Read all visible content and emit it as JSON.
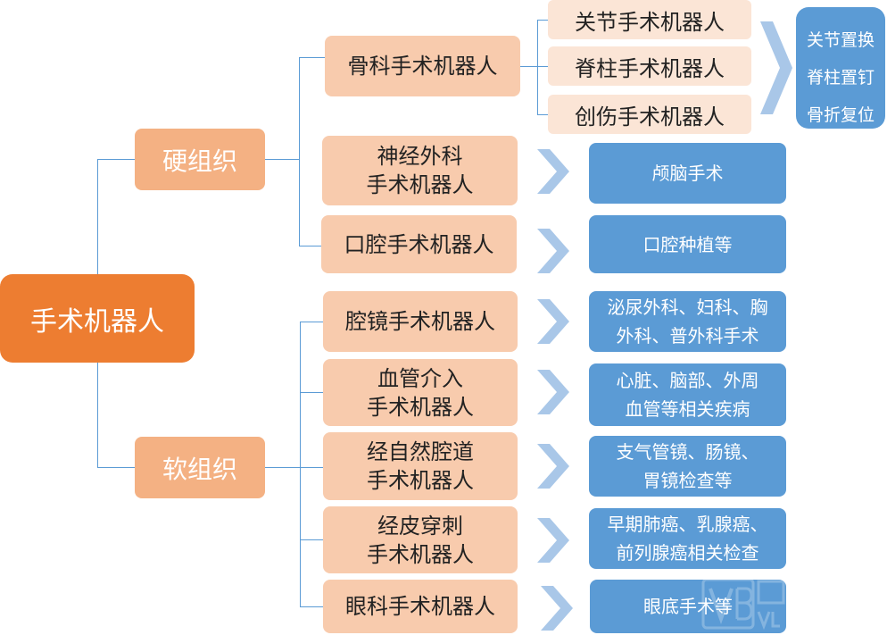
{
  "root": {
    "label": "手术机器人"
  },
  "categories": [
    {
      "label": "硬组织"
    },
    {
      "label": "软组织"
    }
  ],
  "robots": [
    {
      "lines": [
        "骨科手术机器人"
      ]
    },
    {
      "lines": [
        "神经外科",
        "手术机器人"
      ]
    },
    {
      "lines": [
        "口腔手术机器人"
      ]
    },
    {
      "lines": [
        "腔镜手术机器人"
      ]
    },
    {
      "lines": [
        "血管介入",
        "手术机器人"
      ]
    },
    {
      "lines": [
        "经自然腔道",
        "手术机器人"
      ]
    },
    {
      "lines": [
        "经皮穿刺",
        "手术机器人"
      ]
    },
    {
      "lines": [
        "眼科手术机器人"
      ]
    }
  ],
  "ortho_sub": [
    {
      "label": "关节手术机器人"
    },
    {
      "label": "脊柱手术机器人"
    },
    {
      "label": "创伤手术机器人"
    }
  ],
  "ortho_apps": {
    "lines": [
      "关节置换",
      "脊柱置钉",
      "骨折复位"
    ]
  },
  "apps": [
    {
      "lines": [
        "颅脑手术"
      ]
    },
    {
      "lines": [
        "口腔种植等"
      ]
    },
    {
      "lines": [
        "泌尿外科、妇科、胸",
        "外科、普外科手术"
      ]
    },
    {
      "lines": [
        "心脏、脑部、外周",
        "血管等相关疾病"
      ]
    },
    {
      "lines": [
        "支气管镜、肠镜、",
        "胃镜检查等"
      ]
    },
    {
      "lines": [
        "早期肺癌、乳腺癌、",
        "前列腺癌相关检查"
      ]
    },
    {
      "lines": [
        "眼底手术等"
      ]
    }
  ],
  "colors": {
    "root": "#ed7d31",
    "category": "#f4b183",
    "robot": "#f8cbad",
    "sub": "#fbe5d6",
    "app": "#5b9bd5",
    "connector": "#5b9bd5",
    "chevron": "#a9c7e8"
  },
  "icons": {
    "chevron": "chevron-right-icon"
  }
}
